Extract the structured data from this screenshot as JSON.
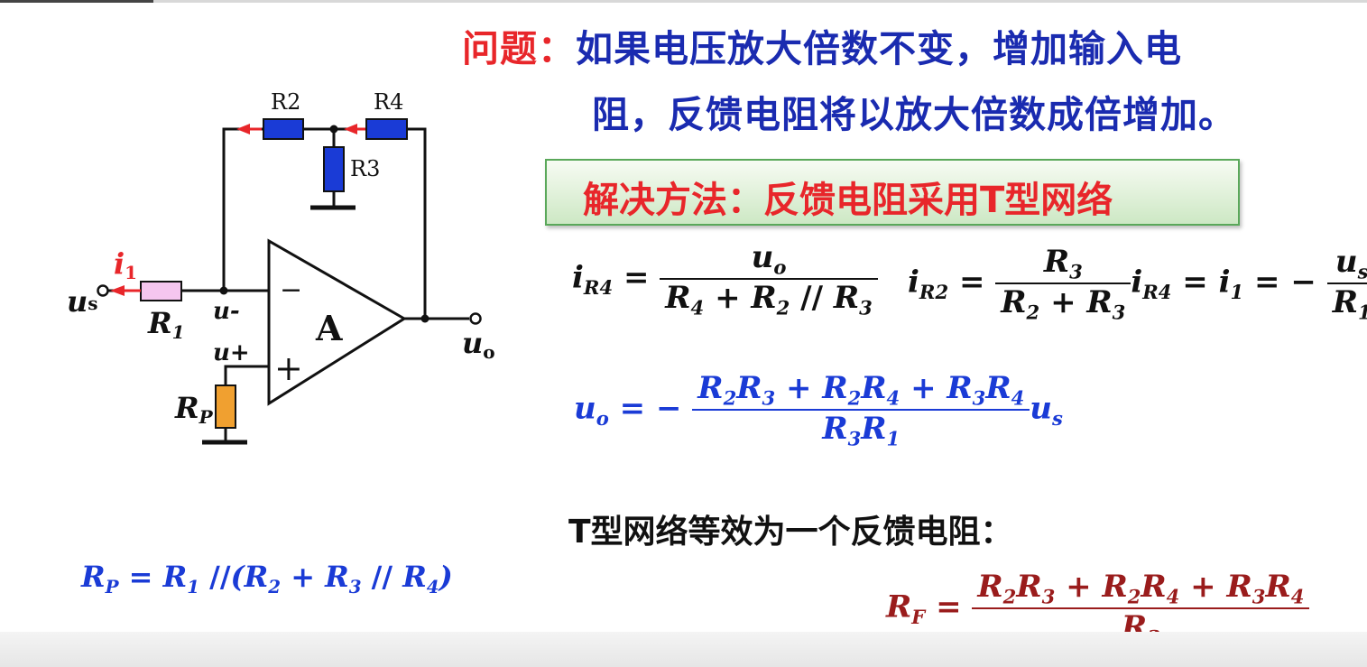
{
  "question": {
    "label": "问题：",
    "line1": "如果电压放大倍数不变，增加输入电",
    "line2": "阻，反馈电阻将以放大倍数成倍增加。"
  },
  "solution": "解决方法：反馈电阻采用T型网络",
  "t_network_note": "T型网络等效为一个反馈电阻：",
  "circuit": {
    "r1": "R",
    "r1_sub": "1",
    "r2": "R2",
    "r3": "R3",
    "r4": "R4",
    "rp": "R",
    "rp_sub": "P",
    "opamp": "A",
    "minus": "−",
    "plus": "+",
    "u_minus": "u-",
    "u_plus": "u+",
    "us": "u",
    "us_sub": "s",
    "uo": "u",
    "uo_sub": "o",
    "i1": "i",
    "i1_sub": "1"
  },
  "formula_rp": "R",
  "colors": {
    "question_label": "#e8262a",
    "question_text": "#1a2bb0",
    "solution_text": "#e8262a",
    "formula_blue": "#1a3bd6",
    "formula_red": "#9a1c1c",
    "resistor_blue": "#1a3bd6",
    "resistor_pink": "#f5c6ef",
    "resistor_orange": "#f0a030",
    "arrow_red": "#e8262a"
  }
}
